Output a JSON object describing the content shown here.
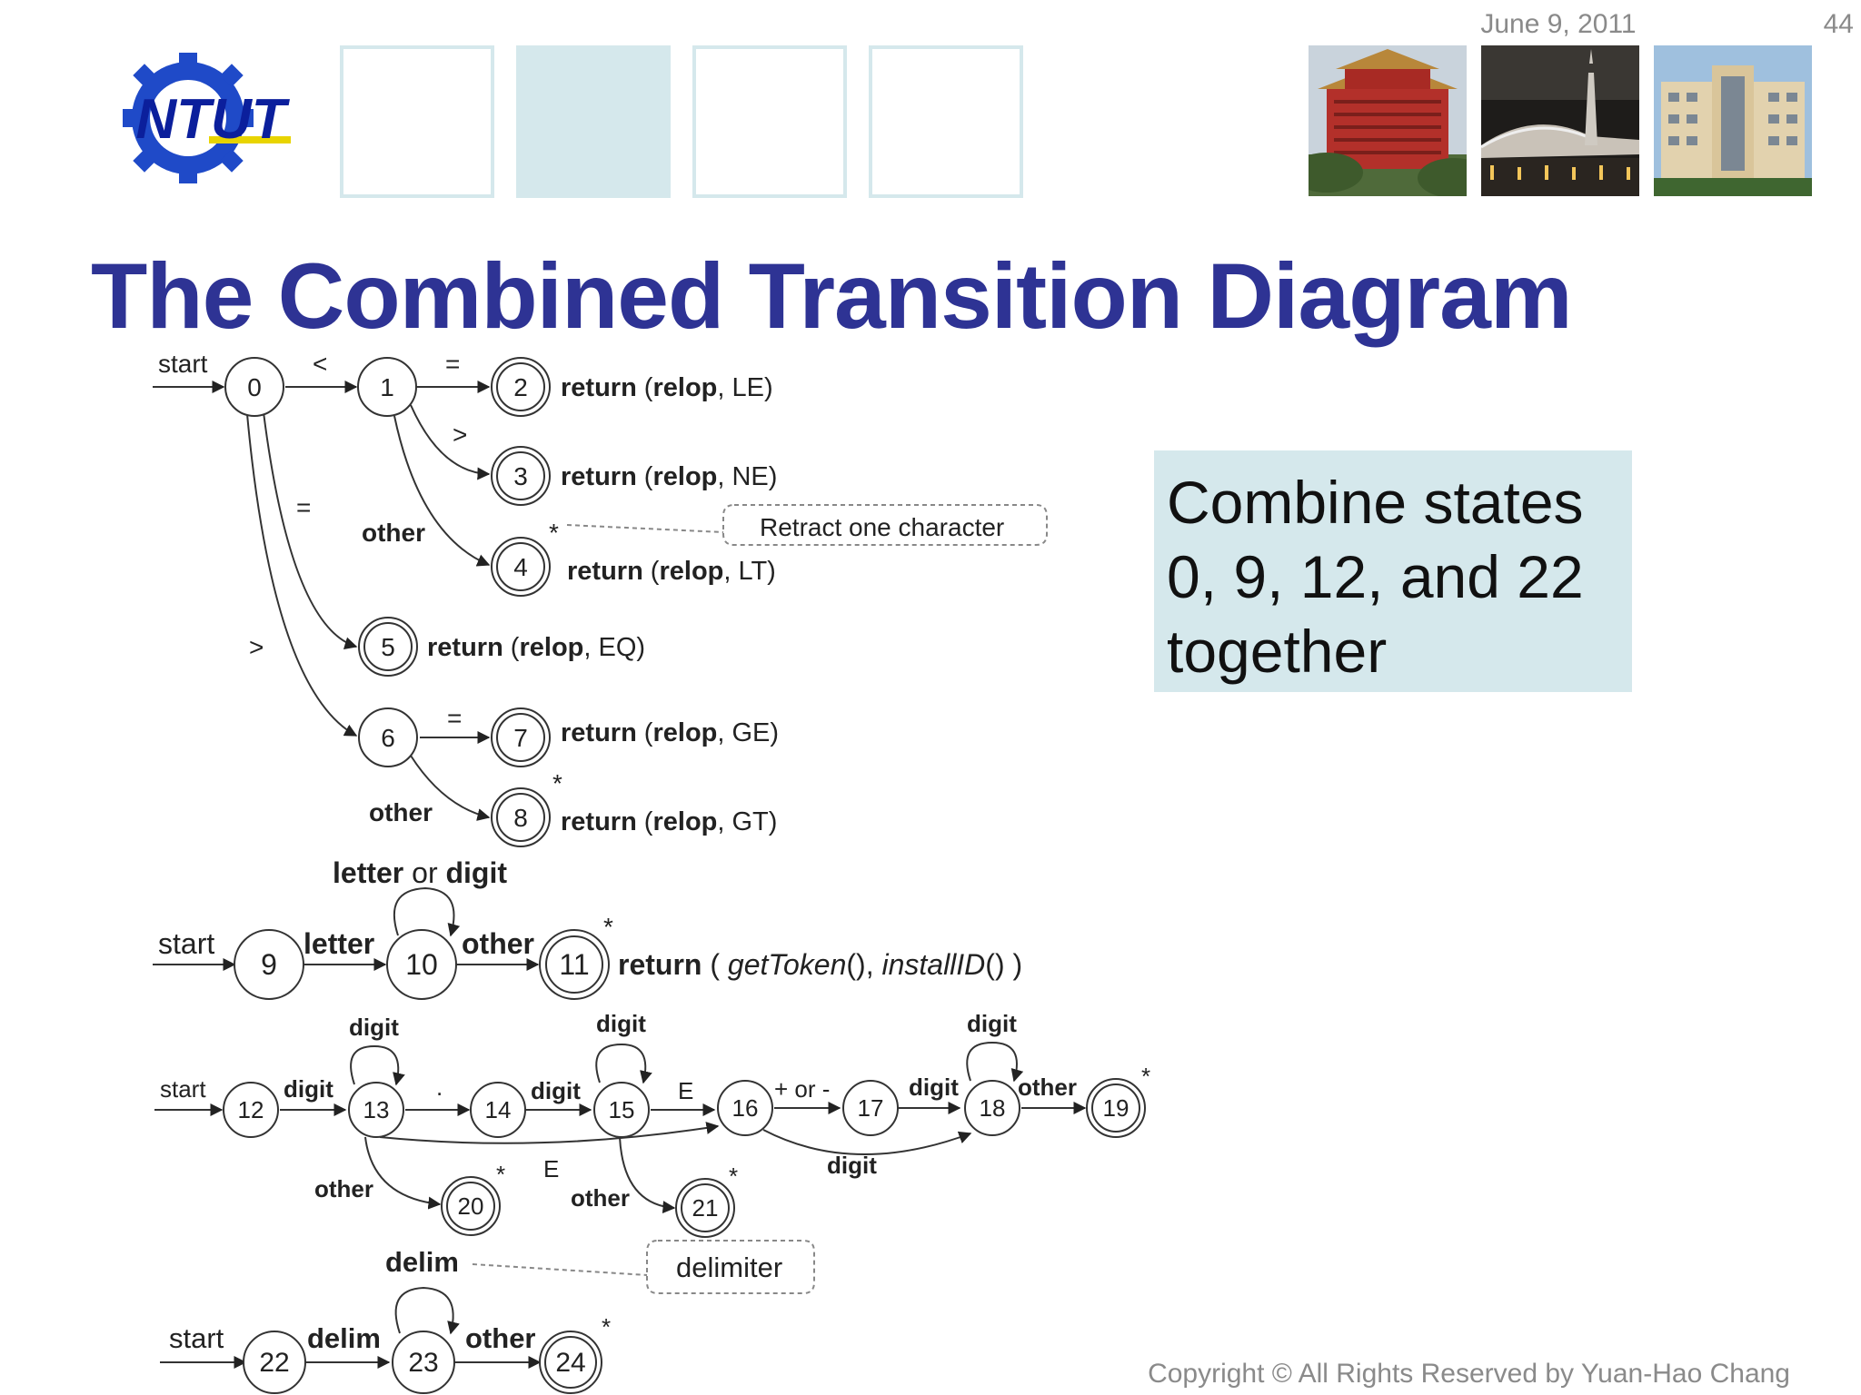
{
  "header": {
    "date": "June 9, 2011",
    "page_number": "44",
    "logo_text": "NTUT"
  },
  "title": "The Combined Transition Diagram",
  "callout": {
    "line1": "Combine states",
    "line2": "0, 9, 12, and 22",
    "line3": "together"
  },
  "footer": {
    "copyright": "Copyright © All Rights Reserved by Yuan-Hao Chang"
  },
  "diagram": {
    "start_label": "start",
    "relop": {
      "states": [
        "0",
        "1",
        "2",
        "3",
        "4",
        "5",
        "6",
        "7",
        "8"
      ],
      "edge_lt": "<",
      "edge_eq_1_2": "=",
      "edge_gt_1_3": ">",
      "edge_other_1_4": "other",
      "edge_eq_0_5": "=",
      "edge_gt_0_6": ">",
      "edge_eq_6_7": "=",
      "edge_other_6_8": "other",
      "star": "*",
      "note_retract": "Retract one character",
      "kw_return": "return",
      "kw_relop": "relop",
      "ret2": "(relop, LE)",
      "ret2_open": "(",
      "ret2_close": ", LE)",
      "ret3_close": ", NE)",
      "ret4_close": ", LT)",
      "ret5_close": ", EQ)",
      "ret7_close": ", GE)",
      "ret8_close": ", GT)"
    },
    "id": {
      "states": [
        "9",
        "10",
        "11"
      ],
      "loop_label_letter": "letter",
      "loop_label_or": " or ",
      "loop_label_digit": "digit",
      "edge_letter": "letter",
      "edge_other": "other",
      "ret_return": "return",
      "ret_open": " ( ",
      "ret_gettoken": "getToken",
      "ret_mid": "(), ",
      "ret_installid": "installID",
      "ret_close": "() )"
    },
    "number": {
      "states": [
        "12",
        "13",
        "14",
        "15",
        "16",
        "17",
        "18",
        "19",
        "20",
        "21"
      ],
      "edge_digit": "digit",
      "edge_dot": ".",
      "edge_E": "E",
      "edge_plus_minus": "+ or -",
      "edge_other": "other"
    },
    "ws": {
      "states": [
        "22",
        "23",
        "24"
      ],
      "loop_delim": "delim",
      "edge_delim": "delim",
      "edge_other": "other",
      "note_delimiter": "delimiter"
    }
  }
}
